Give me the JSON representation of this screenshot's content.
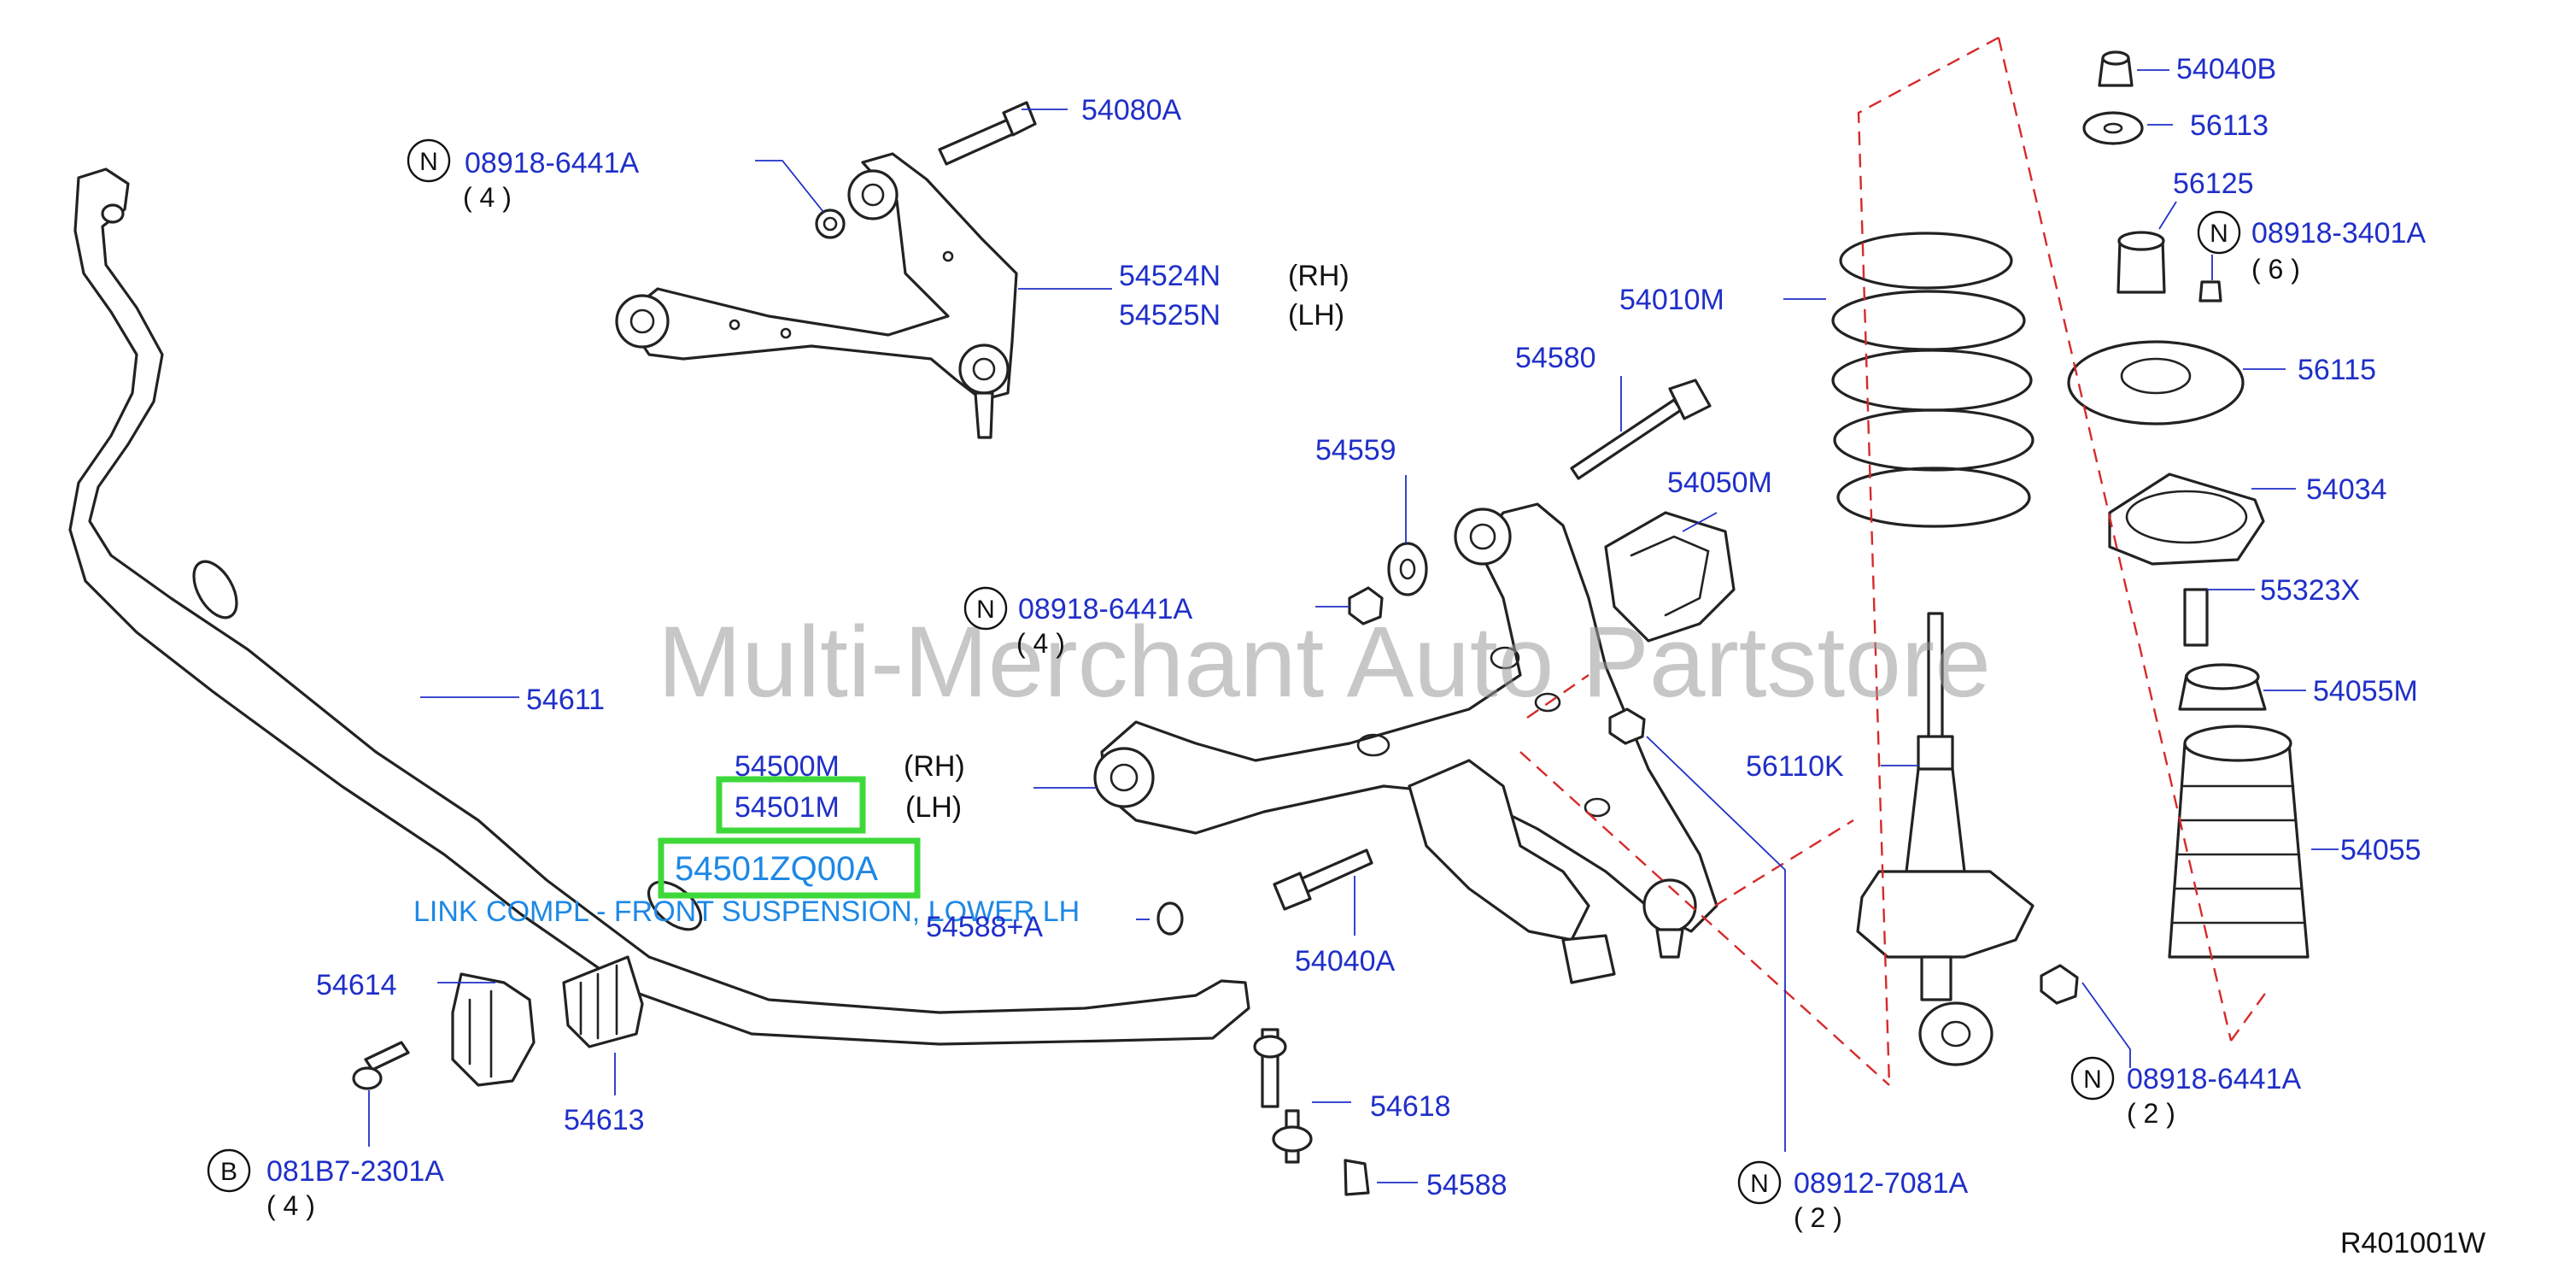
{
  "watermark": "Multi-Merchant Auto Partstore",
  "diagram_code": "R401001W",
  "highlight_color": "#3dd93a",
  "label_color": "#1f2fc8",
  "link_color": "#1e88e5",
  "selected_part": {
    "number": "54501ZQ00A",
    "description": "LINK COMPL - FRONT SUSPENSION, LOWER LH"
  },
  "labels": {
    "p08918_6441a_top": "08918-6441A",
    "q4_top": "( 4 )",
    "p54080a": "54080A",
    "p54524n": "54524N",
    "p54525n": "54525N",
    "rh1": "(RH)",
    "lh1": "(LH)",
    "p54040b": "54040B",
    "p56113": "56113",
    "p56125": "56125",
    "p08918_3401a": "08918-3401A",
    "q6": "( 6 )",
    "p54010m": "54010M",
    "p56115": "56115",
    "p54580": "54580",
    "p54559": "54559",
    "p54050m": "54050M",
    "p54034": "54034",
    "p08918_6441a_mid": "08918-6441A",
    "q4_mid": "( 4 )",
    "p55323x": "55323X",
    "p54611": "54611",
    "p54055m": "54055M",
    "p54500m": "54500M",
    "rh2": "(RH)",
    "p56110k": "56110K",
    "p54501m": "54501M",
    "lh2": "(LH)",
    "p54055": "54055",
    "p54588a": "54588+A",
    "p54614": "54614",
    "p54040a": "54040A",
    "p08918_6441a_low": "08918-6441A",
    "q2_low": "( 2 )",
    "p54618": "54618",
    "p54613": "54613",
    "p081b7_2301a": "081B7-2301A",
    "q4_b": "( 4 )",
    "p54588": "54588",
    "p08912_7081a": "08912-7081A",
    "q2_b": "( 2 )"
  },
  "circle_letters": {
    "n": "N",
    "b": "B"
  }
}
